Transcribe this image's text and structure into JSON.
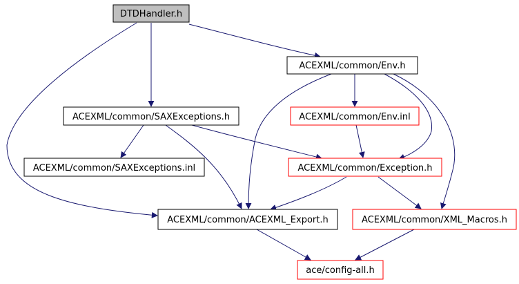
{
  "colors": {
    "edge": "#191970",
    "root_fill": "#bfbfbf",
    "node_border_default": "#000000",
    "node_border_highlight": "#ff0000",
    "node_fill": "#ffffff"
  },
  "nodes": [
    {
      "id": "dtd_handler",
      "label": "DTDHandler.h",
      "style": "root"
    },
    {
      "id": "env_h",
      "label": "ACEXML/common/Env.h",
      "style": "default"
    },
    {
      "id": "sax_exceptions_h",
      "label": "ACEXML/common/SAXExceptions.h",
      "style": "default"
    },
    {
      "id": "env_inl",
      "label": "ACEXML/common/Env.inl",
      "style": "highlight"
    },
    {
      "id": "sax_exceptions_inl",
      "label": "ACEXML/common/SAXExceptions.inl",
      "style": "default"
    },
    {
      "id": "exception_h",
      "label": "ACEXML/common/Exception.h",
      "style": "highlight"
    },
    {
      "id": "acexml_export_h",
      "label": "ACEXML/common/ACEXML_Export.h",
      "style": "default"
    },
    {
      "id": "xml_macros_h",
      "label": "ACEXML/common/XML_Macros.h",
      "style": "highlight"
    },
    {
      "id": "config_all_h",
      "label": "ace/config-all.h",
      "style": "highlight"
    }
  ],
  "edges": [
    {
      "from": "dtd_handler",
      "to": "env_h"
    },
    {
      "from": "dtd_handler",
      "to": "sax_exceptions_h"
    },
    {
      "from": "dtd_handler",
      "to": "acexml_export_h"
    },
    {
      "from": "env_h",
      "to": "env_inl"
    },
    {
      "from": "env_h",
      "to": "exception_h"
    },
    {
      "from": "env_h",
      "to": "acexml_export_h"
    },
    {
      "from": "env_h",
      "to": "xml_macros_h"
    },
    {
      "from": "sax_exceptions_h",
      "to": "sax_exceptions_inl"
    },
    {
      "from": "sax_exceptions_h",
      "to": "exception_h"
    },
    {
      "from": "sax_exceptions_h",
      "to": "acexml_export_h"
    },
    {
      "from": "env_inl",
      "to": "exception_h"
    },
    {
      "from": "exception_h",
      "to": "acexml_export_h"
    },
    {
      "from": "exception_h",
      "to": "xml_macros_h"
    },
    {
      "from": "acexml_export_h",
      "to": "config_all_h"
    },
    {
      "from": "xml_macros_h",
      "to": "config_all_h"
    }
  ]
}
